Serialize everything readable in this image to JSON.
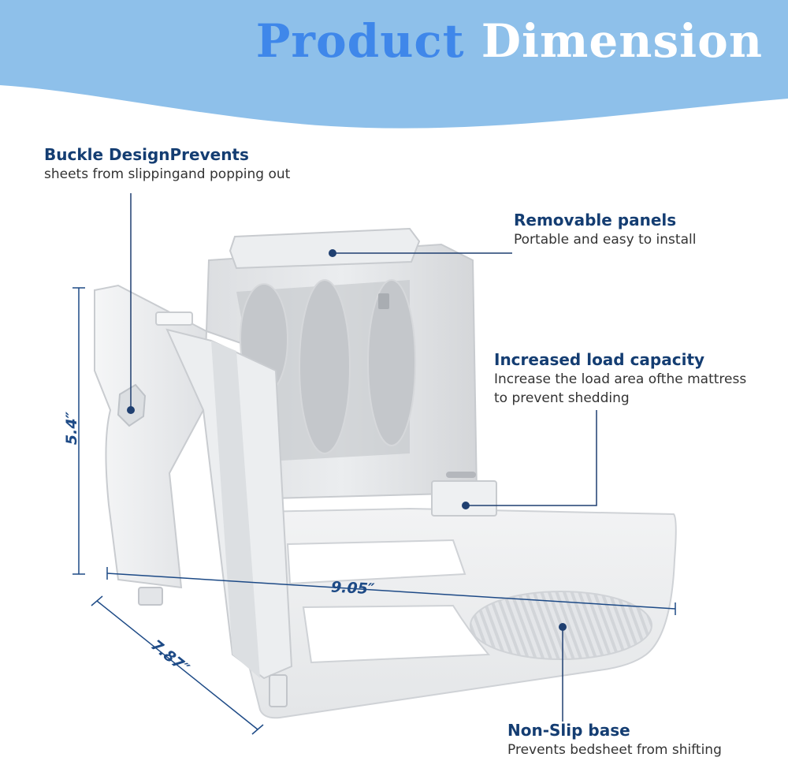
{
  "header": {
    "title_word1": "Product",
    "title_word2": "Dimension",
    "accent_color": "#3f87ea",
    "banner_color": "#8ec0ea"
  },
  "callouts": {
    "buckle": {
      "title": "Buckle DesignPrevents",
      "subtitle": "sheets from slippingand popping out"
    },
    "panels": {
      "title": "Removable panels",
      "subtitle": "Portable and easy to install"
    },
    "load": {
      "title": "Increased load capacity",
      "line1": "Increase the load area ofthe mattress",
      "line2": "to prevent shedding"
    },
    "base": {
      "title": "Non-Slip base",
      "subtitle": "Prevents bedsheet from shifting"
    }
  },
  "dimensions": {
    "height": "5.4″",
    "width": "9.05″",
    "depth": "7.87″"
  },
  "colors": {
    "callout_title": "#143d72",
    "leader_line": "#1f3f70",
    "product": "#e6e8ea"
  },
  "icons": [
    "leader-dot",
    "dimension-arrow"
  ]
}
